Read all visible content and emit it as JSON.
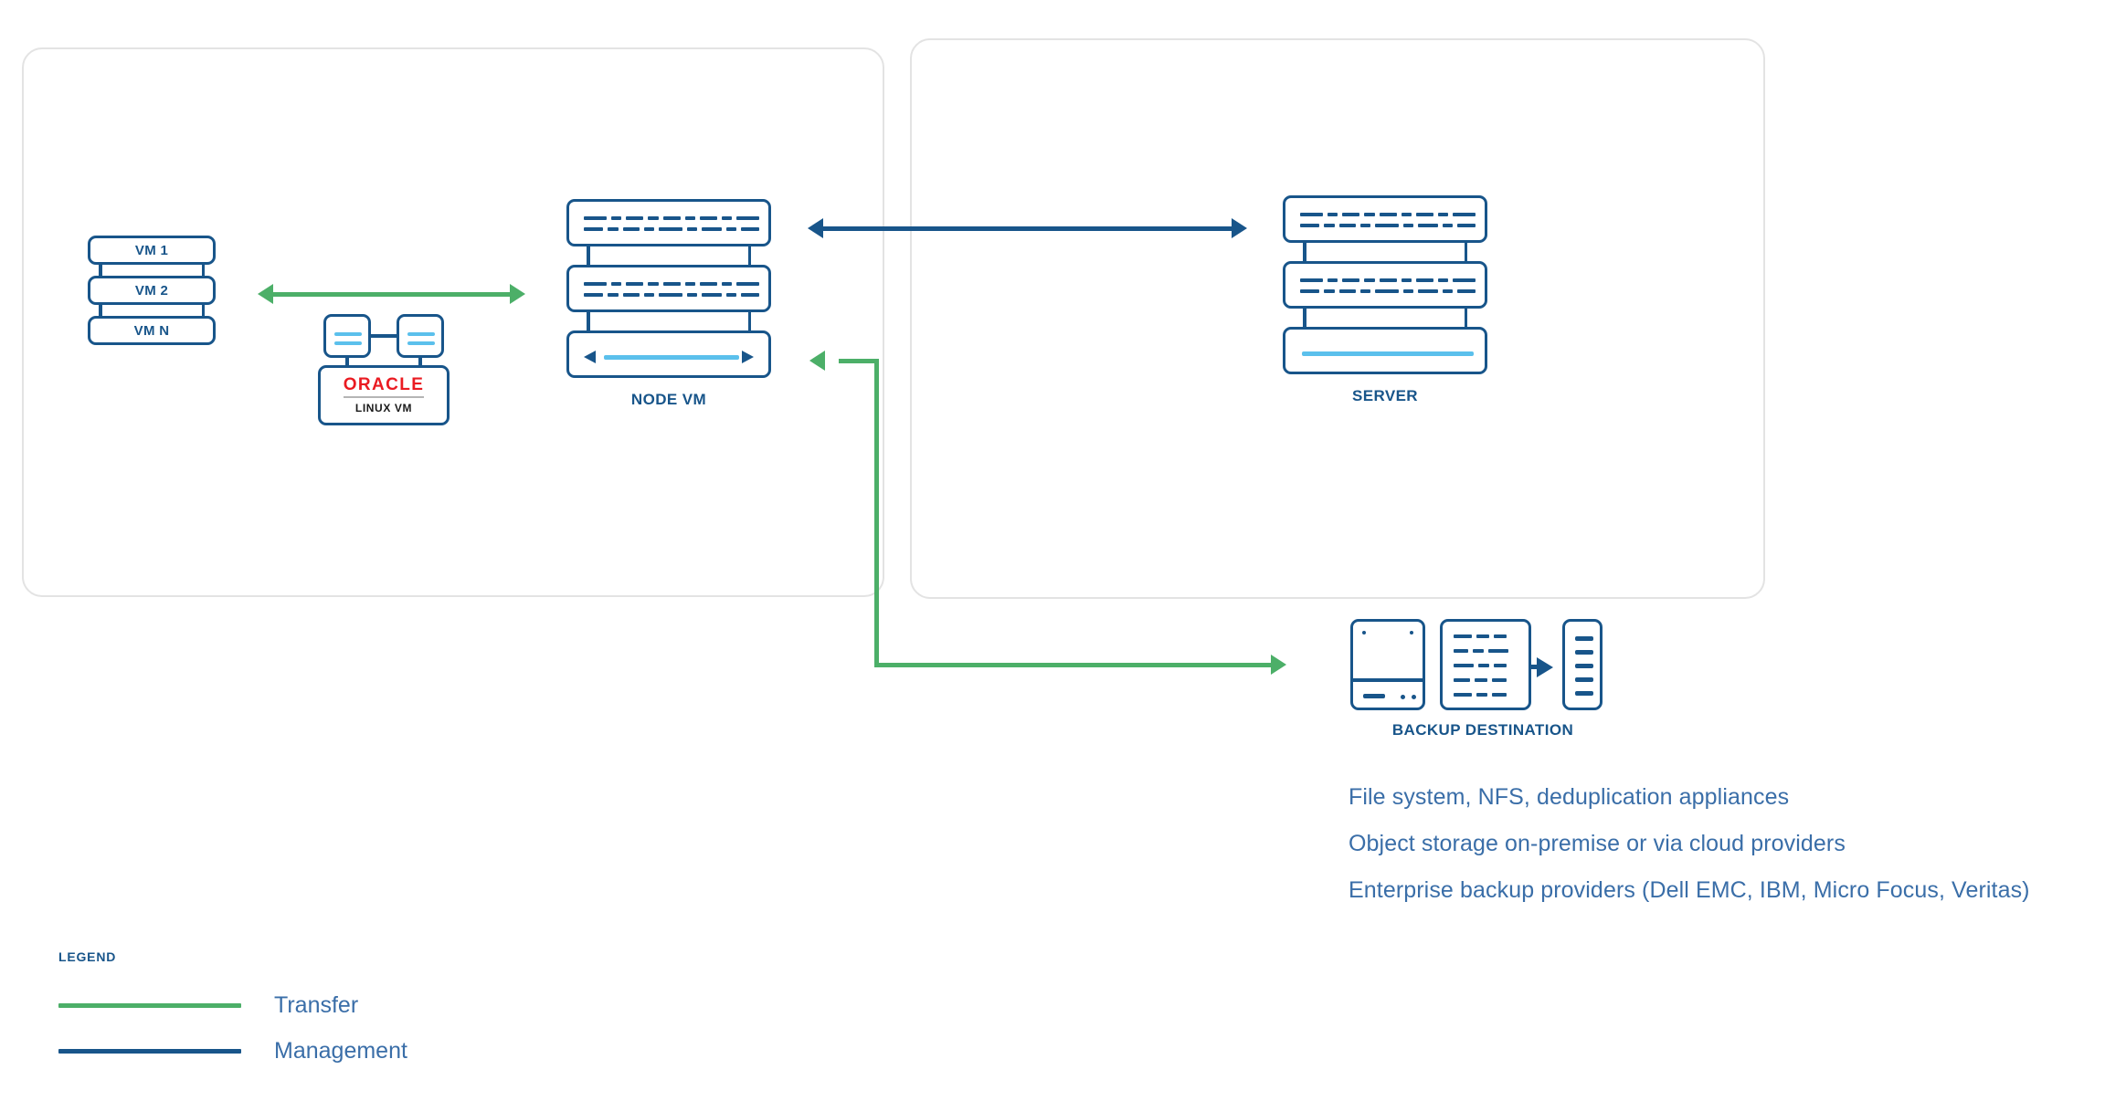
{
  "colors": {
    "transfer_green": "#4caf68",
    "management_blue": "#18558a",
    "accent_light_blue": "#5bc0ec",
    "oracle_red": "#ea1b22",
    "text_blue": "#3a6ea8",
    "panel_border": "#e3e3e3"
  },
  "vm_stack": {
    "items": [
      {
        "label": "VM 1"
      },
      {
        "label": "VM 2"
      },
      {
        "label": "VM N"
      }
    ]
  },
  "oracle_vm": {
    "wordmark": "ORACLE",
    "subtitle": "LINUX VM"
  },
  "node_vm": {
    "label": "NODE VM"
  },
  "server": {
    "label": "SERVER"
  },
  "backup_destination": {
    "label": "BACKUP DESTINATION"
  },
  "descriptions": [
    "File system, NFS, deduplication appliances",
    "Object storage on-premise or via cloud providers",
    "Enterprise backup providers (Dell EMC, IBM, Micro Focus, Veritas)"
  ],
  "legend": {
    "title": "LEGEND",
    "items": [
      {
        "label": "Transfer",
        "color": "#4caf68"
      },
      {
        "label": "Management",
        "color": "#18558a"
      }
    ]
  }
}
